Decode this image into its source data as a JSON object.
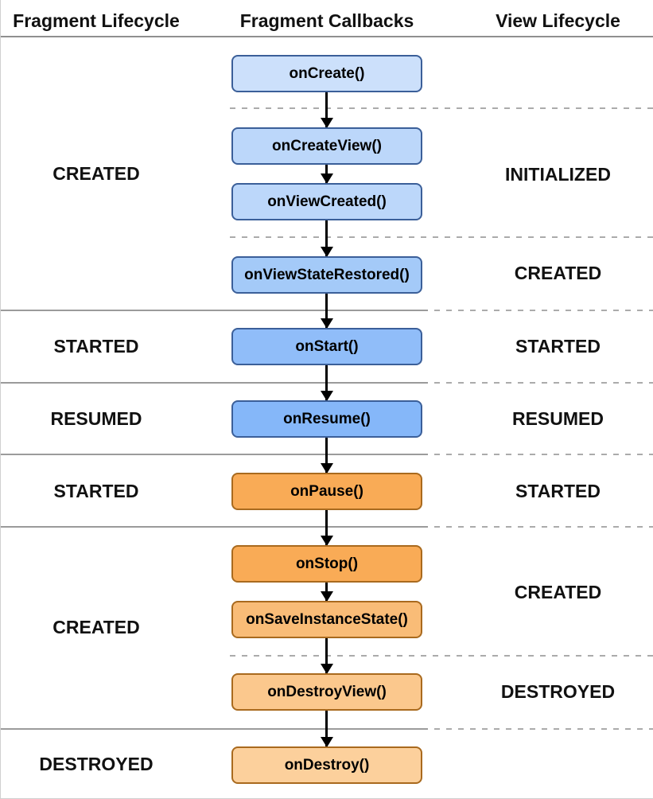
{
  "header": {
    "fragment_lifecycle": "Fragment Lifecycle",
    "fragment_callbacks": "Fragment Callbacks",
    "view_lifecycle": "View Lifecycle"
  },
  "callbacks": [
    {
      "label": "onCreate()",
      "fill": "#cce0fb",
      "border": "#3b5f99"
    },
    {
      "label": "onCreateView()",
      "fill": "#bcd7fa",
      "border": "#3b5f99"
    },
    {
      "label": "onViewCreated()",
      "fill": "#bcd7fa",
      "border": "#3b5f99"
    },
    {
      "label": "onViewStateRestored()",
      "fill": "#a4caf8",
      "border": "#3b5f99"
    },
    {
      "label": "onStart()",
      "fill": "#90bdf9",
      "border": "#3b5f99"
    },
    {
      "label": "onResume()",
      "fill": "#85b7f9",
      "border": "#3b5f99"
    },
    {
      "label": "onPause()",
      "fill": "#f9ab56",
      "border": "#a96a1e"
    },
    {
      "label": "onStop()",
      "fill": "#f9ab56",
      "border": "#a96a1e"
    },
    {
      "label": "onSaveInstanceState()",
      "fill": "#f9bc77",
      "border": "#a96a1e"
    },
    {
      "label": "onDestroyView()",
      "fill": "#fbc88d",
      "border": "#a96a1e"
    },
    {
      "label": "onDestroy()",
      "fill": "#fcd09c",
      "border": "#a96a1e"
    }
  ],
  "fragment_states": [
    "CREATED",
    "STARTED",
    "RESUMED",
    "STARTED",
    "CREATED",
    "DESTROYED"
  ],
  "view_states": [
    "INITIALIZED",
    "CREATED",
    "STARTED",
    "RESUMED",
    "STARTED",
    "CREATED",
    "DESTROYED"
  ],
  "colors": {
    "blue_border": "#3b5f99",
    "orange_border": "#a96a1e",
    "solid_line": "#9b9b9b",
    "dashed_line": "#ababab",
    "arrow": "#000000",
    "text": "#111111",
    "background": "#ffffff"
  }
}
